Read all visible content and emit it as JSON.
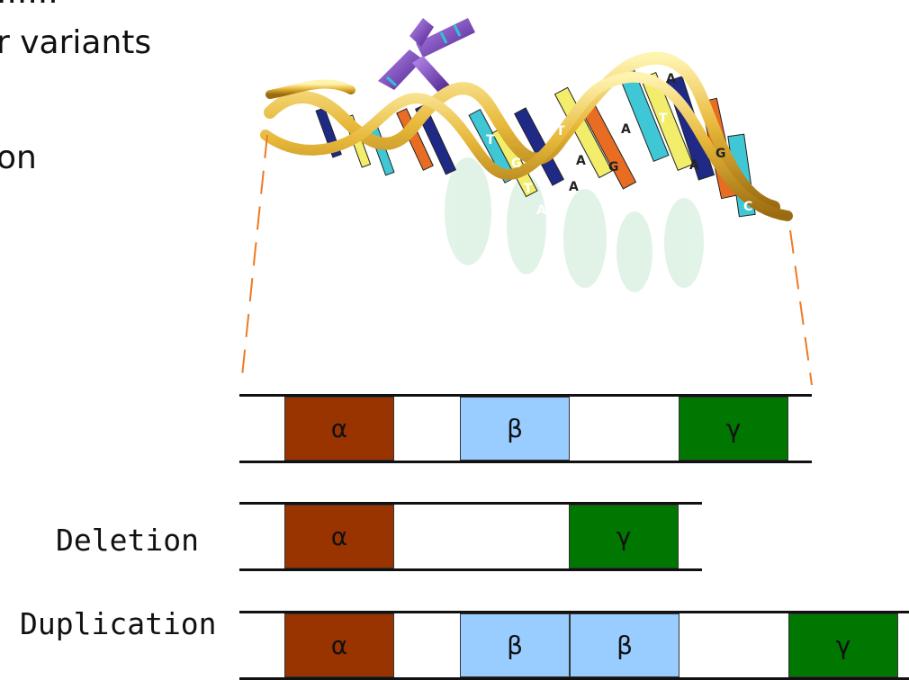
{
  "slide": {
    "headline_top": "......",
    "headline_line1": "r variants",
    "headline_line2": "on"
  },
  "illustration": {
    "name": "dna-double-helix-with-chromosome",
    "bases": [
      "A",
      "T",
      "G",
      "C",
      "T",
      "A",
      "G",
      "A",
      "T",
      "A",
      "T",
      "A",
      "G",
      "A",
      "G",
      "C"
    ],
    "colors": {
      "backbone": "#e7b83a",
      "chromosome": "#7c3fb4",
      "base_yellow": "#f2ee6b",
      "base_blue": "#1f2a86",
      "base_cyan": "#3fc7d6",
      "base_orange": "#e86d23",
      "zoom_lines": "#ee7a22"
    }
  },
  "rows": [
    {
      "label": "",
      "genes": [
        {
          "symbol": "α",
          "color": "#993300"
        },
        {
          "symbol": "β",
          "color": "#99ccff"
        },
        {
          "symbol": "γ",
          "color": "#007700"
        }
      ]
    },
    {
      "label": "Deletion",
      "genes": [
        {
          "symbol": "α",
          "color": "#993300"
        },
        {
          "symbol": "γ",
          "color": "#007700"
        }
      ]
    },
    {
      "label": "Duplication",
      "genes": [
        {
          "symbol": "α",
          "color": "#993300"
        },
        {
          "symbol": "β",
          "color": "#99ccff"
        },
        {
          "symbol": "β",
          "color": "#99ccff"
        },
        {
          "symbol": "γ",
          "color": "#007700"
        }
      ]
    }
  ]
}
